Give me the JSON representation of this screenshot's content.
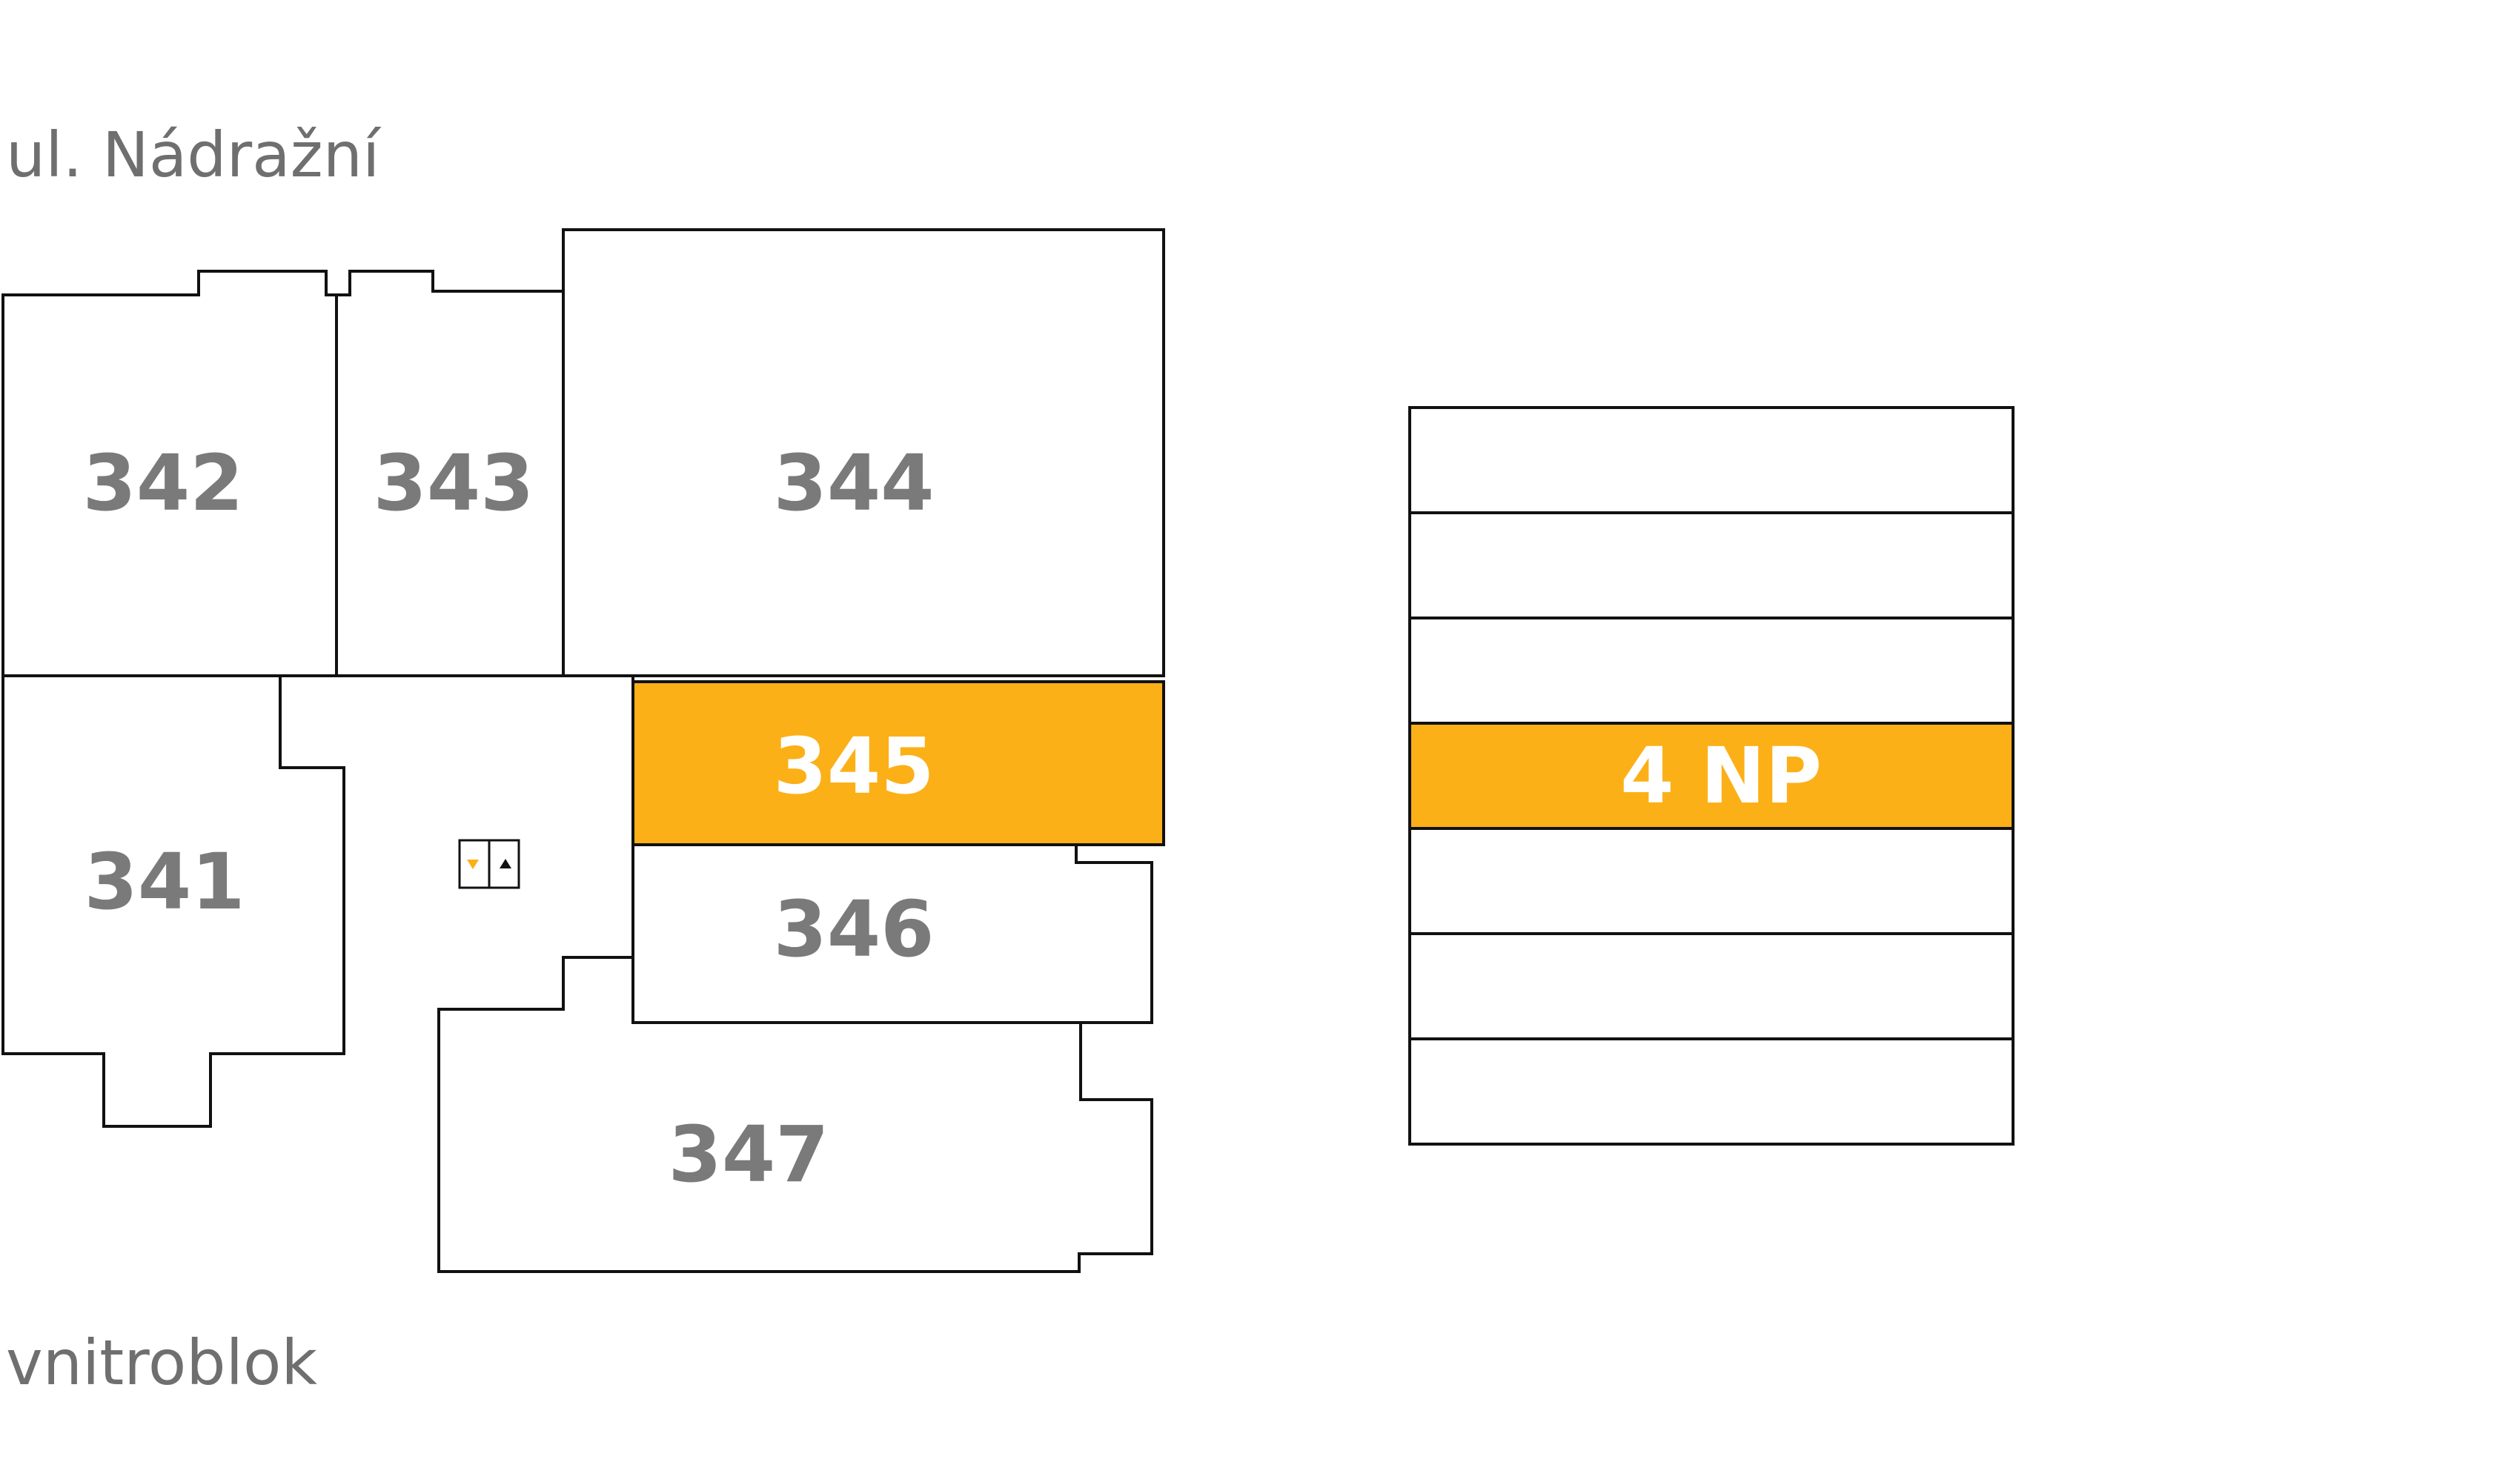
{
  "street_top": "ul. Nádražní",
  "street_bottom": "vnitroblok",
  "accent_color": "#fcb017",
  "units": [
    {
      "id": "341",
      "label": "341",
      "selected": false
    },
    {
      "id": "342",
      "label": "342",
      "selected": false
    },
    {
      "id": "343",
      "label": "343",
      "selected": false
    },
    {
      "id": "344",
      "label": "344",
      "selected": false
    },
    {
      "id": "345",
      "label": "345",
      "selected": true
    },
    {
      "id": "346",
      "label": "346",
      "selected": false
    },
    {
      "id": "347",
      "label": "347",
      "selected": false
    }
  ],
  "floors": [
    {
      "label": "",
      "selected": false
    },
    {
      "label": "",
      "selected": false
    },
    {
      "label": "",
      "selected": false
    },
    {
      "label": "4 NP",
      "selected": true
    },
    {
      "label": "",
      "selected": false
    },
    {
      "label": "",
      "selected": false
    },
    {
      "label": "",
      "selected": false
    }
  ],
  "icons": {
    "elevator": "elevator-icon"
  }
}
